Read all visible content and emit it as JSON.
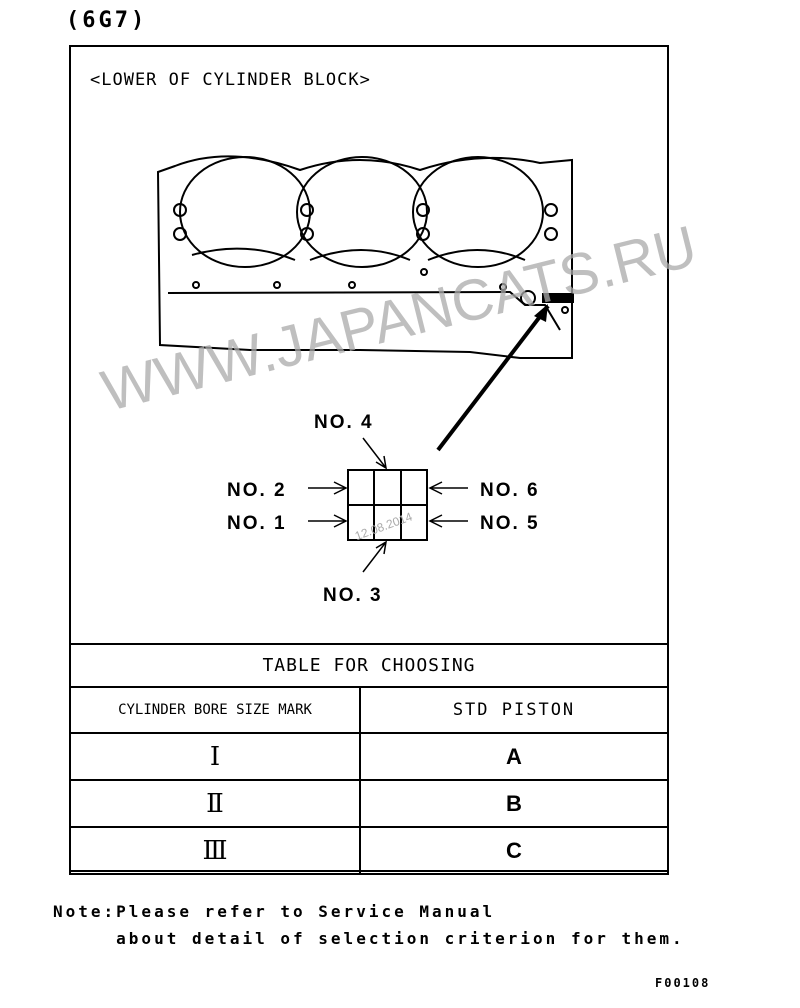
{
  "header": {
    "engine_code": "(6G7)",
    "subtitle": "<LOWER OF CYLINDER BLOCK>"
  },
  "diagram": {
    "cylinder_labels": {
      "no1": "NO. 1",
      "no2": "NO. 2",
      "no3": "NO. 3",
      "no4": "NO. 4",
      "no5": "NO. 5",
      "no6": "NO. 6"
    }
  },
  "table": {
    "title": "TABLE FOR CHOOSING",
    "columns": [
      "CYLINDER BORE SIZE MARK",
      "STD PISTON"
    ],
    "rows": [
      {
        "mark": "Ⅰ",
        "piston": "A"
      },
      {
        "mark": "Ⅱ",
        "piston": "B"
      },
      {
        "mark": "Ⅲ",
        "piston": "C"
      }
    ]
  },
  "note": {
    "line1": "Note:Please refer to Service Manual",
    "line2": "     about detail of selection criterion for them."
  },
  "figure_code": "F00108",
  "watermark": "WWW.JAPANCATS.RU",
  "date_stamp": "12.08.2014"
}
